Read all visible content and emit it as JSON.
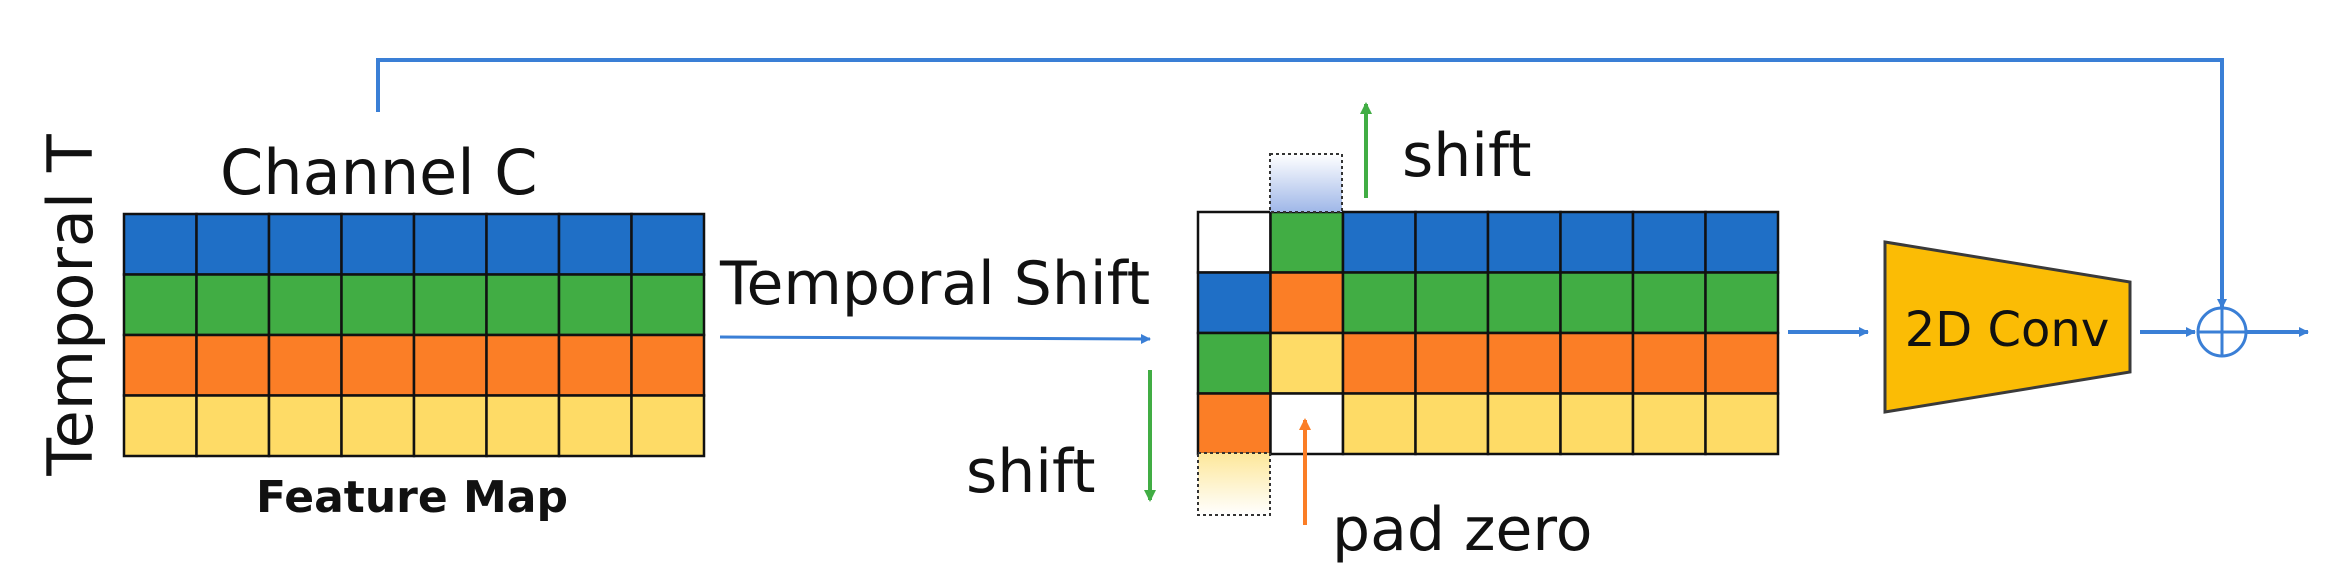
{
  "labels": {
    "temporal_axis": "Temporal T",
    "channel_axis": "Channel C",
    "feature_map": "Feature Map",
    "temporal_shift": "Temporal Shift",
    "shift_up": "shift",
    "shift_down": "shift",
    "pad_zero": "pad zero",
    "conv": "2D Conv"
  },
  "colors": {
    "row_colors": [
      "#1f6fc6",
      "#41ad44",
      "#fb7e26",
      "#fedb66"
    ],
    "arrow_blue": "#3a7fd6",
    "arrow_green": "#41ad44",
    "arrow_orange": "#fb7e26",
    "conv_fill": "#fbbc05",
    "ghost_blue": "#b8c9ec",
    "ghost_yellow": "#fdf0c4"
  },
  "feature_map": {
    "rows": 4,
    "columns": 8
  },
  "shifted_map": {
    "rows": 4,
    "columns": 8,
    "column_0": [
      "empty",
      "blue",
      "green",
      "orange"
    ],
    "column_1": [
      "green",
      "orange",
      "yellow",
      "empty"
    ],
    "shifted_out_top": "blue",
    "shifted_out_bottom": "yellow"
  }
}
